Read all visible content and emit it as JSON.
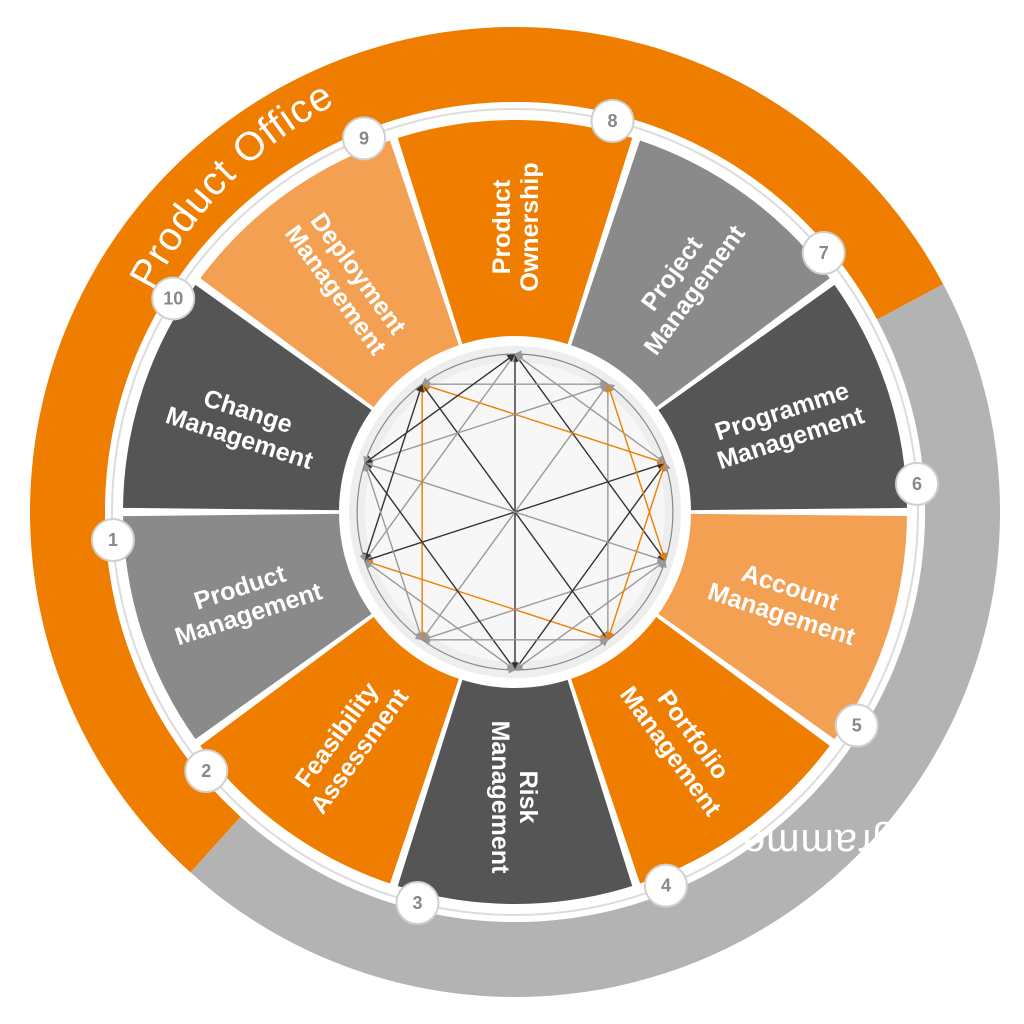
{
  "offices": {
    "product": "Product Office",
    "programme": "Programme Office"
  },
  "segments": [
    {
      "number": "1",
      "label": [
        "Product",
        "Management"
      ],
      "color": "#8a8a8a"
    },
    {
      "number": "2",
      "label": [
        "Feasibility",
        "Assessment"
      ],
      "color": "#ef7d00"
    },
    {
      "number": "3",
      "label": [
        "Risk",
        "Management"
      ],
      "color": "#555555"
    },
    {
      "number": "4",
      "label": [
        "Portfolio",
        "Management"
      ],
      "color": "#ef7d00"
    },
    {
      "number": "5",
      "label": [
        "Account",
        "Management"
      ],
      "color": "#f3a052"
    },
    {
      "number": "6",
      "label": [
        "Programme",
        "Management"
      ],
      "color": "#555555"
    },
    {
      "number": "7",
      "label": [
        "Project",
        "Management"
      ],
      "color": "#8a8a8a"
    },
    {
      "number": "8",
      "label": [
        "Product",
        "Ownership"
      ],
      "color": "#ef7d00"
    },
    {
      "number": "9",
      "label": [
        "Deployment",
        "Management"
      ],
      "color": "#f3a052"
    },
    {
      "number": "10",
      "label": [
        "Change",
        "Management"
      ],
      "color": "#555555"
    }
  ],
  "colors": {
    "orange": "#ef7d00",
    "light_orange": "#f3a052",
    "dark_gray": "#555555",
    "mid_gray": "#8a8a8a",
    "outer_gray": "#b3b3b3"
  }
}
